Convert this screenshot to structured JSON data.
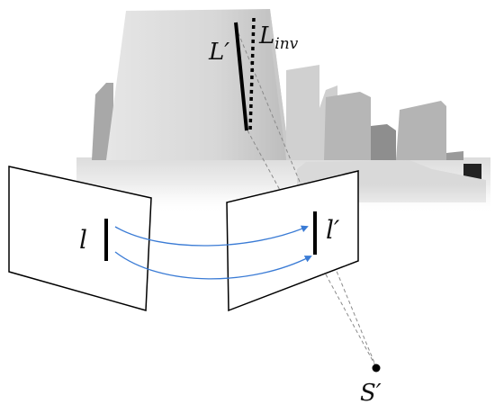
{
  "labels": {
    "line_image_left": "l",
    "line_image_right": "l′",
    "line_3d": "L′",
    "line_inv_base": "L",
    "line_inv_sub": "inv",
    "point_s": "S′"
  },
  "colors": {
    "background": "#ffffff",
    "frame_stroke": "#000000",
    "arrow": "#3a7bd5",
    "dashed_ray": "#8a8a8a",
    "solid_line": "#000000"
  }
}
